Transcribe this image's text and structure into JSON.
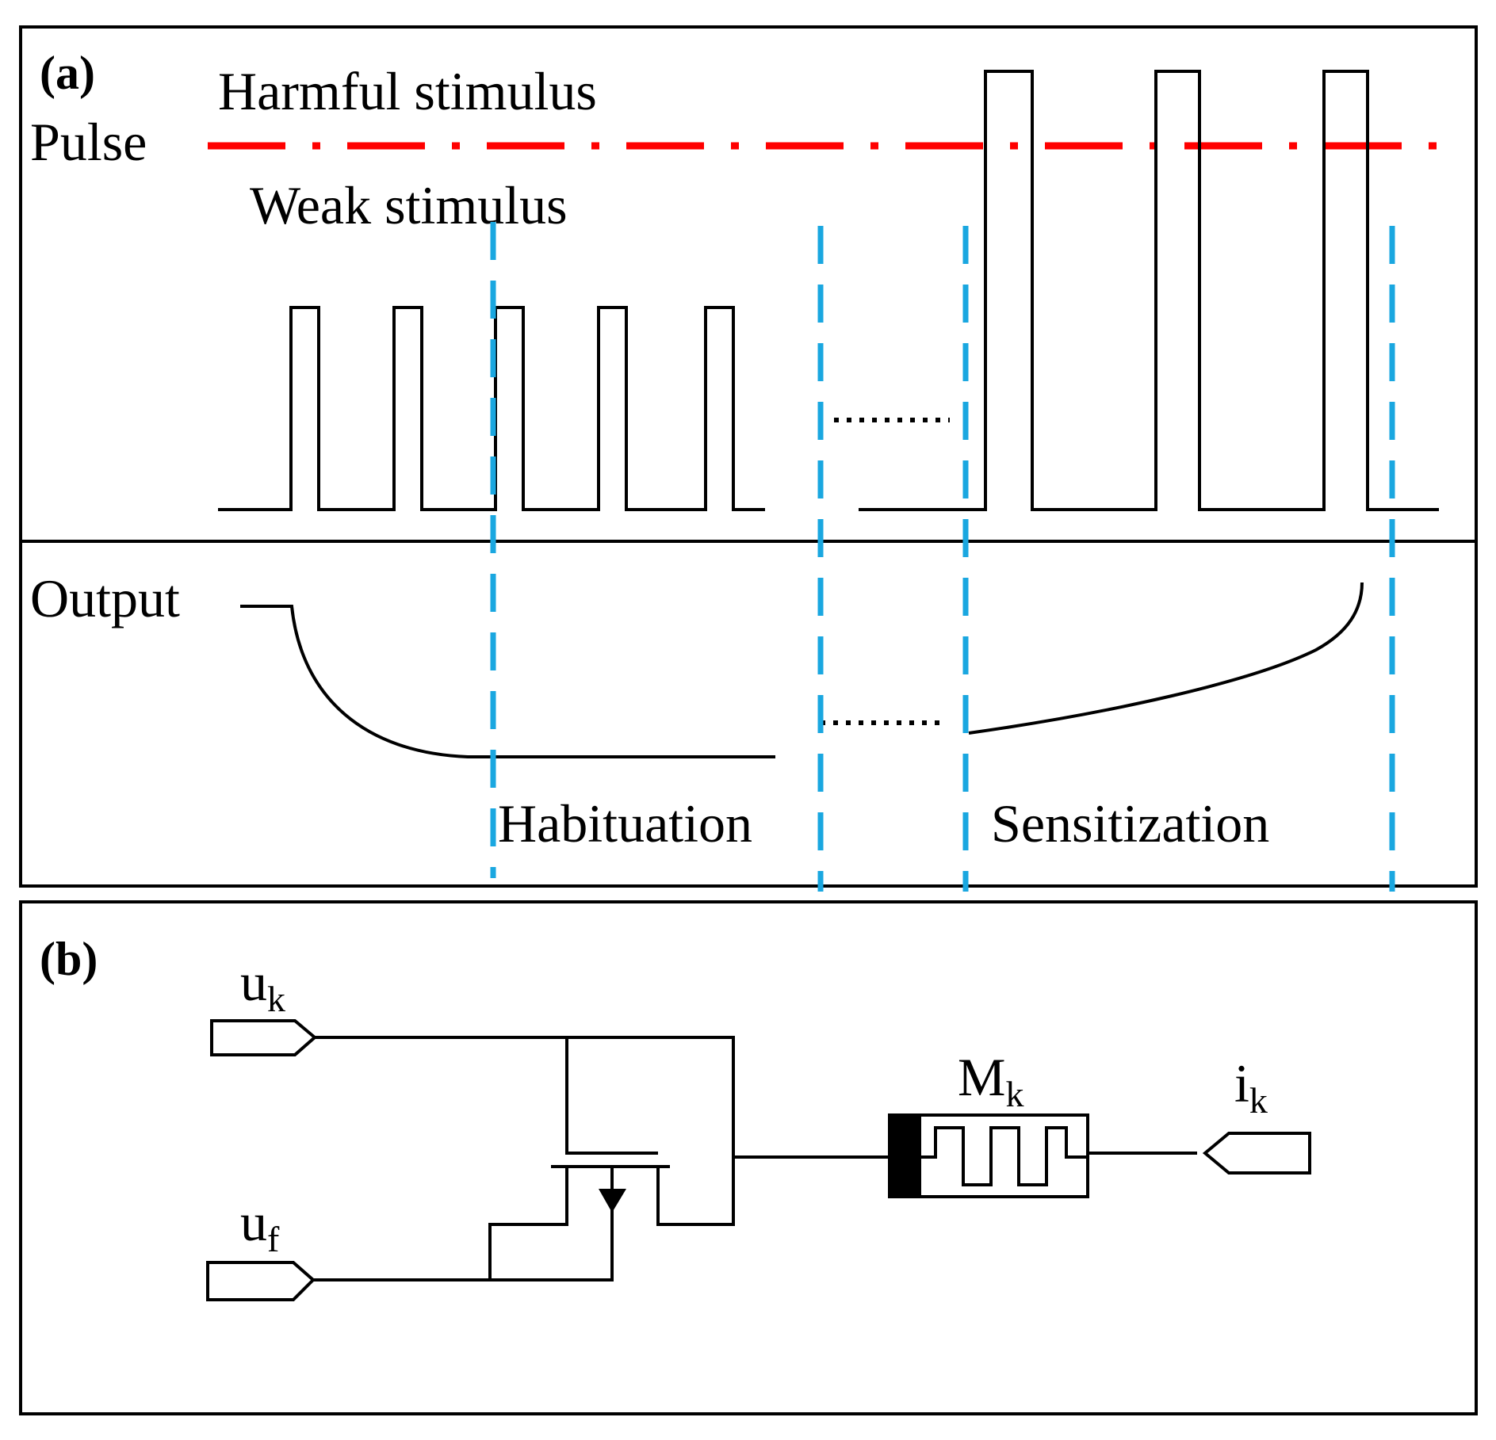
{
  "panel_a": {
    "letter": "(a)",
    "harmful_label": "Harmful stimulus",
    "pulse_label": "Pulse",
    "weak_label": "Weak stimulus",
    "output_label": "Output",
    "habituation_label": "Habituation",
    "sensitization_label": "Sensitization",
    "ellipsis_top": "......",
    "ellipsis_bottom": "......",
    "threshold_color": "#ff0000",
    "phase_line_color": "#1aa7e0"
  },
  "panel_b": {
    "letter": "(b)",
    "input_k": {
      "base": "u",
      "sub": "k"
    },
    "input_f": {
      "base": "u",
      "sub": "f"
    },
    "memristor": {
      "base": "M",
      "sub": "k"
    },
    "output_i": {
      "base": "i",
      "sub": "k"
    }
  }
}
